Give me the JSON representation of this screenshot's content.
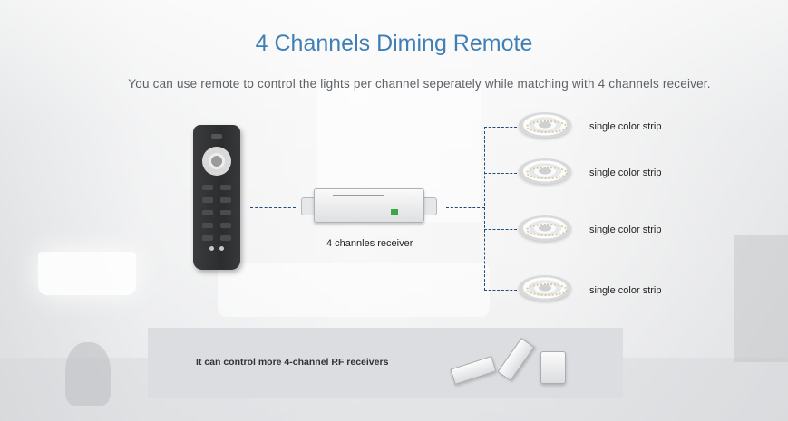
{
  "header": {
    "title": "4 Channels Diming Remote",
    "subtitle": "You can use remote to control the lights per channel seperately while matching with 4 channels receiver."
  },
  "receiver": {
    "label": "4 channles receiver"
  },
  "strips": [
    {
      "label": "single color strip"
    },
    {
      "label": "single color strip"
    },
    {
      "label": "single color strip"
    },
    {
      "label": "single color strip"
    }
  ],
  "footer_panel": {
    "text": "It can control more 4-channel RF receivers"
  },
  "colors": {
    "title": "#3f7fb5",
    "connector": "#1e4d7a",
    "panel_bg": "#dcdde0"
  }
}
